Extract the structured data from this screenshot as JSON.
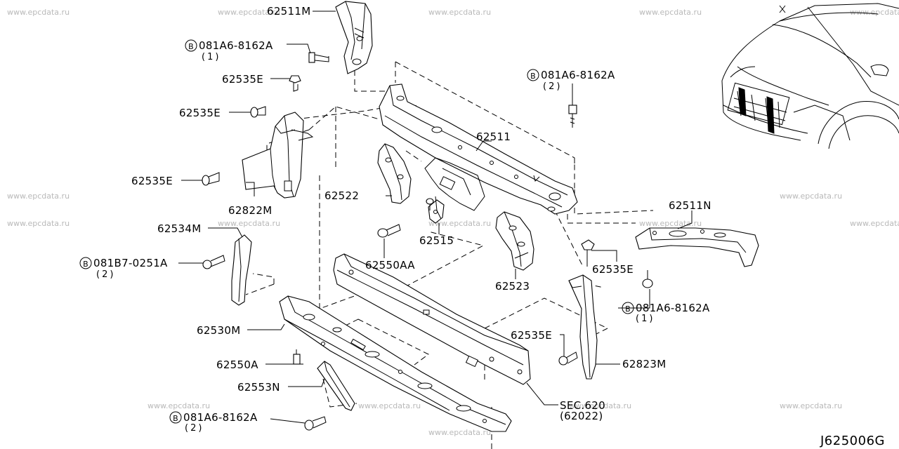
{
  "watermark": "www.epcdata.ru",
  "diagram_code": "J625006G",
  "bolt_marker": "B",
  "labels": {
    "p62511M": "62511M",
    "p081A6_1": "081A6-8162A",
    "q081A6_1": "(1)",
    "p62535E_1": "62535E",
    "p62535E_2": "62535E",
    "p62535E_3": "62535E",
    "p62822M": "62822M",
    "p62534M": "62534M",
    "p081B7": "081B7-0251A",
    "q081B7": "(2)",
    "p62530M": "62530M",
    "p62550A": "62550A",
    "p62553N": "62553N",
    "p081A6_2": "081A6-8162A",
    "q081A6_2": "(2)",
    "p081A6_3": "081A6-8162A",
    "q081A6_3": "(2)",
    "p62511": "62511",
    "p62522": "62522",
    "p62515": "62515",
    "p62550AA": "62550AA",
    "p62523": "62523",
    "p62511N": "62511N",
    "p62535E_4": "62535E",
    "p081A6_4": "081A6-8162A",
    "q081A6_4": "(1)",
    "p62535E_5": "62535E",
    "p62823M": "62823M",
    "sec620": "SEC.620",
    "sec620_sub": "(62022)"
  }
}
